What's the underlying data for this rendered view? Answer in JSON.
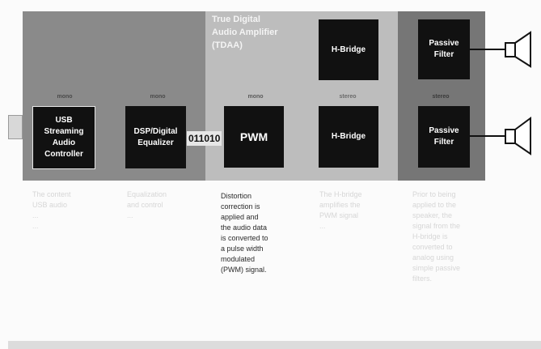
{
  "title": "True Digital\nAudio Amplifier\n(TDAA)",
  "channel_labels": {
    "usb": "mono",
    "dsp": "mono",
    "pwm": "mono",
    "hbridge": "stereo",
    "filter": "stereo"
  },
  "blocks": {
    "usb": "USB\nStreaming\nAudio\nController",
    "dsp": "DSP/Digital\nEqualizer",
    "pwm": "PWM",
    "hbridge_top": "H-Bridge",
    "hbridge_bottom": "H-Bridge",
    "filter_top": "Passive\nFilter",
    "filter_bottom": "Passive\nFilter"
  },
  "data_bits": "011010",
  "descriptions": {
    "usb": "The content\nUSB audio\n...\n...",
    "dsp": "Equalization\nand control\n...",
    "pwm": "Distortion\ncorrection is\napplied and\nthe audio data\nis converted to\na pulse width\nmodulated\n(PWM) signal.",
    "hbridge": "The H-bridge\namplifies the\nPWM signal\n...",
    "filter": "Prior to being\napplied to the\nspeaker, the\nsignal from the\nH-bridge is\nconverted to\nanalog using\nsimple passive\nfilters."
  }
}
